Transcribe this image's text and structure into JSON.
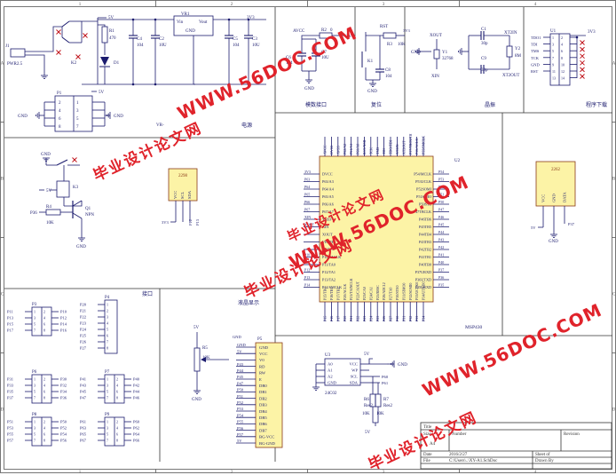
{
  "border": {
    "col_markers": [
      "1",
      "2",
      "3",
      "4"
    ],
    "row_markers": [
      "A",
      "B",
      "C",
      "D"
    ]
  },
  "sections": {
    "power": "电源",
    "analog": "模数接口",
    "reset": "复位",
    "crystal": "晶振",
    "download": "程序下载",
    "lcd": "液晶显示",
    "jie": "接口",
    "mcu_name": "MSP430"
  },
  "power": {
    "j1": "J1",
    "pwr": "PWR2.5",
    "k2": "K2",
    "r1": "R1",
    "r1v": "470",
    "d1": "D1",
    "c4": "C4",
    "c4v": "104",
    "c2": "C2",
    "c2v": "10U",
    "vr1": "VR1",
    "vin": "Vin",
    "vout": "Vout",
    "gnd": "GND",
    "c5": "C5",
    "c5v": "104",
    "c3": "C3",
    "c3v": "10U",
    "v5": "5V",
    "v3v3": "3V3",
    "v5b": "5V"
  },
  "p1": {
    "ref": "P1",
    "vr": "VR-",
    "gnd": "GND",
    "v5": "5V",
    "pins": [
      "1",
      "2",
      "3",
      "4",
      "5",
      "6",
      "7",
      "8"
    ]
  },
  "analog": {
    "avcc": "AVCC",
    "r2": "R2",
    "r2v": "0",
    "v3v3": "3V3",
    "c6": "C6",
    "c6v": "104",
    "c7": "C7",
    "c7v": "10U",
    "gnd": "GND"
  },
  "reset": {
    "rst": "RST",
    "r3": "R3",
    "r3v": "10K",
    "v3v3": "3V3",
    "k1": "K1",
    "c8": "C8",
    "c8v": "104",
    "gnd": "GND"
  },
  "crystal": {
    "xout": "XOUT",
    "xin": "XIN",
    "y1": "Y1",
    "y1v": "32768",
    "c1": "C1",
    "c1v": "30p",
    "c9": "C9",
    "c9v": "30p",
    "xt2in": "XT2IN",
    "xt2out": "XT2OUT",
    "y2": "Y2",
    "y2v": "8M",
    "gnd": "GND"
  },
  "jtag": {
    "ref": "U1",
    "v3v3": "3V3",
    "left": [
      "TDO1",
      "TDI",
      "TMS",
      "TCK",
      "GND",
      "RST"
    ],
    "pins_l": [
      "1",
      "3",
      "5",
      "7",
      "9",
      "11",
      "13"
    ],
    "pins_r": [
      "2",
      "4",
      "6",
      "8",
      "10",
      "12",
      "14"
    ]
  },
  "relay": {
    "k3": "K3",
    "q1": "Q1",
    "npn": "NPN",
    "r4": "R4",
    "r4v": "10K",
    "p36": "P36",
    "v5": "5V",
    "gnd": "GND",
    "gnd2": "GND"
  },
  "sensor1": {
    "label": "2298",
    "pins": [
      "VCC",
      "SCL",
      "SDA"
    ],
    "v3v3": "3V3",
    "p": [
      "P12",
      "P13"
    ]
  },
  "mcu": {
    "ref": "U2",
    "top": [
      "AVCC",
      "DVSS",
      "AVSS",
      "P62/A2",
      "P61/A1",
      "P60/A0",
      "RST/NMI",
      "TCK",
      "TMS",
      "TDI",
      "TDO/TDI",
      "XT2IN",
      "XT2OUT",
      "P57/TBOUTH",
      "P56/ACLK",
      "P55/SMCLK"
    ],
    "left_names": [
      "DVCC",
      "P63/A3",
      "P64/A4",
      "P65/A5",
      "P66/A6",
      "P67/A7",
      "VREF+",
      "XIN",
      "XOUT",
      "VEREF+",
      "VREF-",
      "P10/TACLK",
      "P11/TA0",
      "P12/TA1",
      "P13/TA2",
      "P14/SMCLK"
    ],
    "left_nets": [
      "3V3",
      "P63",
      "P64",
      "P65",
      "P66",
      "P67",
      "XIN",
      "XOUT",
      "",
      "",
      "",
      "P10",
      "P11",
      "P12",
      "P13",
      "P14"
    ],
    "right_names": [
      "P54/MCLK",
      "P53UCLK",
      "P52SOMI",
      "P51SIMO",
      "P50STE",
      "P47TBCLK",
      "P46TB6",
      "P45TB5",
      "P44TB4",
      "P43TB3",
      "P42TB2",
      "P41TB1",
      "P40TB0",
      "P37URXD",
      "P36UTXD",
      "P35URXD"
    ],
    "right_nets": [
      "P54",
      "P53",
      "P52",
      "P51",
      "P50",
      "P47",
      "P46",
      "P45",
      "P44",
      "P43",
      "P42",
      "P41",
      "P40",
      "P37",
      "P36",
      "P35"
    ],
    "bottom": [
      "P15/TB0",
      "P16/TB1",
      "P17/TB2",
      "P20/ACLK",
      "P21/TAINCLK",
      "P22/CAOUT",
      "P23/CA0",
      "P24/CA1",
      "P25/R0SC",
      "P26/ADC12",
      "P27/TA0",
      "P30/STE0",
      "P31/SIMO0",
      "P32/SOMI0",
      "P33/UCLK0",
      "P34/UTXD0"
    ],
    "bottom_nets": [
      "P15",
      "P16",
      "P17",
      "P20",
      "P21",
      "P22",
      "P23",
      "P24",
      "P25",
      "P26",
      "P27",
      "P30",
      "P31",
      "P32",
      "P33",
      "P34"
    ]
  },
  "sensor2": {
    "label": "2262",
    "pins": [
      "VCC",
      "GND",
      "DATA"
    ],
    "v5": "5V",
    "gnd": "GND",
    "p": "P37"
  },
  "connectors": [
    {
      "ref": "P3",
      "nets_l": [
        "P11",
        "P13",
        "P15",
        "P17"
      ],
      "nets_r": [
        "P10",
        "P12",
        "P14",
        "P16"
      ]
    },
    {
      "ref": "P4",
      "nets_l": [
        "P20",
        "P21",
        "P22",
        "P23",
        "P24",
        "P25",
        "P26",
        "P27"
      ],
      "nets_r": []
    },
    {
      "ref": "P6",
      "nets_l": [
        "P31",
        "P33",
        "P35",
        "P37"
      ],
      "nets_r": [
        "P30",
        "P32",
        "P34",
        "P36"
      ]
    },
    {
      "ref": "P7",
      "nets_l": [
        "P41",
        "P43",
        "P45",
        "P47"
      ],
      "nets_r": [
        "P40",
        "P42",
        "P44",
        "P46"
      ]
    },
    {
      "ref": "P8",
      "nets_l": [
        "P51",
        "P53",
        "P55",
        "P57"
      ],
      "nets_r": [
        "P50",
        "P52",
        "P54",
        "P56"
      ]
    },
    {
      "ref": "P9",
      "nets_l": [
        "P61",
        "P63",
        "P65",
        "P67"
      ],
      "nets_r": [
        "P60",
        "P62",
        "P64",
        "P66"
      ]
    }
  ],
  "lcd": {
    "r5": "R5",
    "r5v": "10K",
    "v5": "5V",
    "gnd": "GND",
    "ref": "P5",
    "nets": [
      "GND",
      "5V",
      "",
      "P43",
      "P44",
      "P45",
      "P47",
      "P50",
      "P51",
      "P52",
      "P53",
      "P54",
      "P55",
      "P56",
      "P57",
      "5V",
      "GND"
    ],
    "pins": [
      "GND",
      "VCC",
      "V0",
      "RD",
      "RW",
      "E",
      "DB0",
      "DB1",
      "DB2",
      "DB3",
      "DB4",
      "DB5",
      "DB6",
      "DB7",
      "BG-VCC",
      "BG-GND"
    ]
  },
  "eeprom": {
    "ref": "U3",
    "part": "24C02",
    "left": [
      "A0",
      "A1",
      "A2",
      "GND"
    ],
    "right": [
      "VCC",
      "WP",
      "SCL",
      "SDA"
    ],
    "v5": "5V",
    "gnd": "GND",
    "p60": "P60",
    "p61": "P61",
    "r6": "R6",
    "r6v": "10K",
    "r7": "R7",
    "r7v": "10K",
    "res2": "Res2",
    "res2b": "Res2",
    "v5b": "5V",
    "gnd2": "GND"
  },
  "title_block": {
    "title_lbl": "Title",
    "size_lbl": "Size",
    "size_val": "A4",
    "number_lbl": "Number",
    "revision_lbl": "Revision",
    "date_lbl": "Date",
    "date_val": "2016/2/27",
    "sheet_lbl": "Sheet of",
    "file_lbl": "File",
    "file_val": "C:\\Users\\..\\XY-A1.SchDoc",
    "drawn_lbl": "Drawn By"
  },
  "watermarks": {
    "cn": "毕业设计论文网",
    "url": "WWW.56DOC.COM",
    "url2": "WWW.56DOC.COM",
    "cn2": "毕业设计论文网",
    "cn3": "毕业设计论文网",
    "url3": "WWW.56DOC.COM",
    "cn4": "毕业设计论文网"
  }
}
